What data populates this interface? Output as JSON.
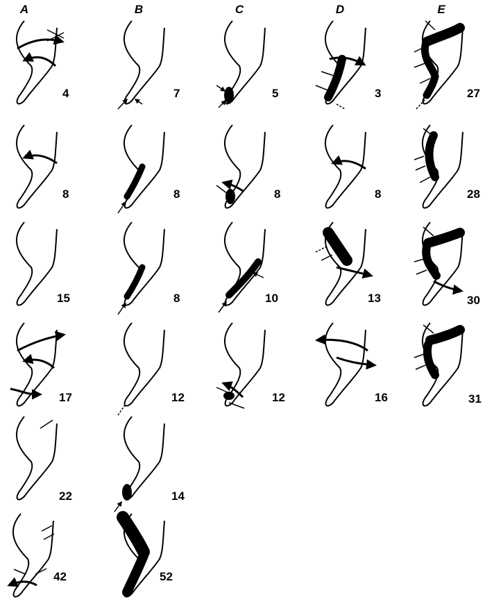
{
  "columns": [
    "A",
    "B",
    "C",
    "D",
    "E"
  ],
  "panels": [
    {
      "label": "4"
    },
    {
      "label": "7"
    },
    {
      "label": "5"
    },
    {
      "label": "3"
    },
    {
      "label": "27"
    },
    {
      "label": "8"
    },
    {
      "label": "8"
    },
    {
      "label": "8"
    },
    {
      "label": "8"
    },
    {
      "label": "28"
    },
    {
      "label": "15"
    },
    {
      "label": "8"
    },
    {
      "label": "10"
    },
    {
      "label": "13"
    },
    {
      "label": "30"
    },
    {
      "label": "17"
    },
    {
      "label": "12"
    },
    {
      "label": "12"
    },
    {
      "label": "16"
    },
    {
      "label": "31"
    },
    {
      "label": "22"
    },
    {
      "label": "14"
    },
    {
      "label": "42"
    },
    {
      "label": "52"
    }
  ]
}
